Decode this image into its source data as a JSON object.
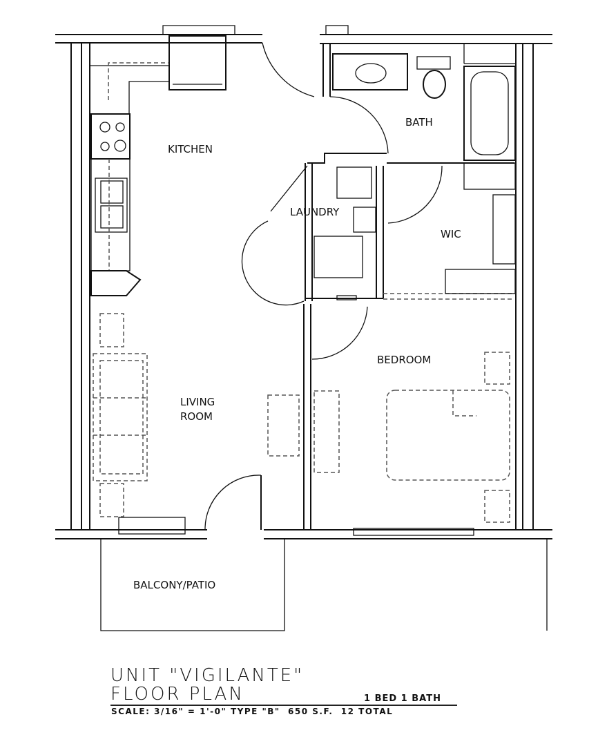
{
  "plan": {
    "unit_name": "UNIT \"VIGILANTE\"",
    "subtitle": "FLOOR PLAN",
    "bed_bath": "1 BED 1 BATH",
    "scale": "SCALE: 3/16\" = 1'-0\"",
    "type": "TYPE \"B\"",
    "area": "650 S.F.",
    "total": "12 TOTAL"
  },
  "rooms": {
    "kitchen": "KITCHEN",
    "laundry": "LAUNDRY",
    "bath": "BATH",
    "wic": "WIC",
    "living_1": "LIVING",
    "living_2": "ROOM",
    "bedroom": "BEDROOM",
    "balcony": "BALCONY/PATIO"
  },
  "colors": {
    "line": "#111111",
    "furniture": "#555555",
    "background": "#ffffff"
  }
}
